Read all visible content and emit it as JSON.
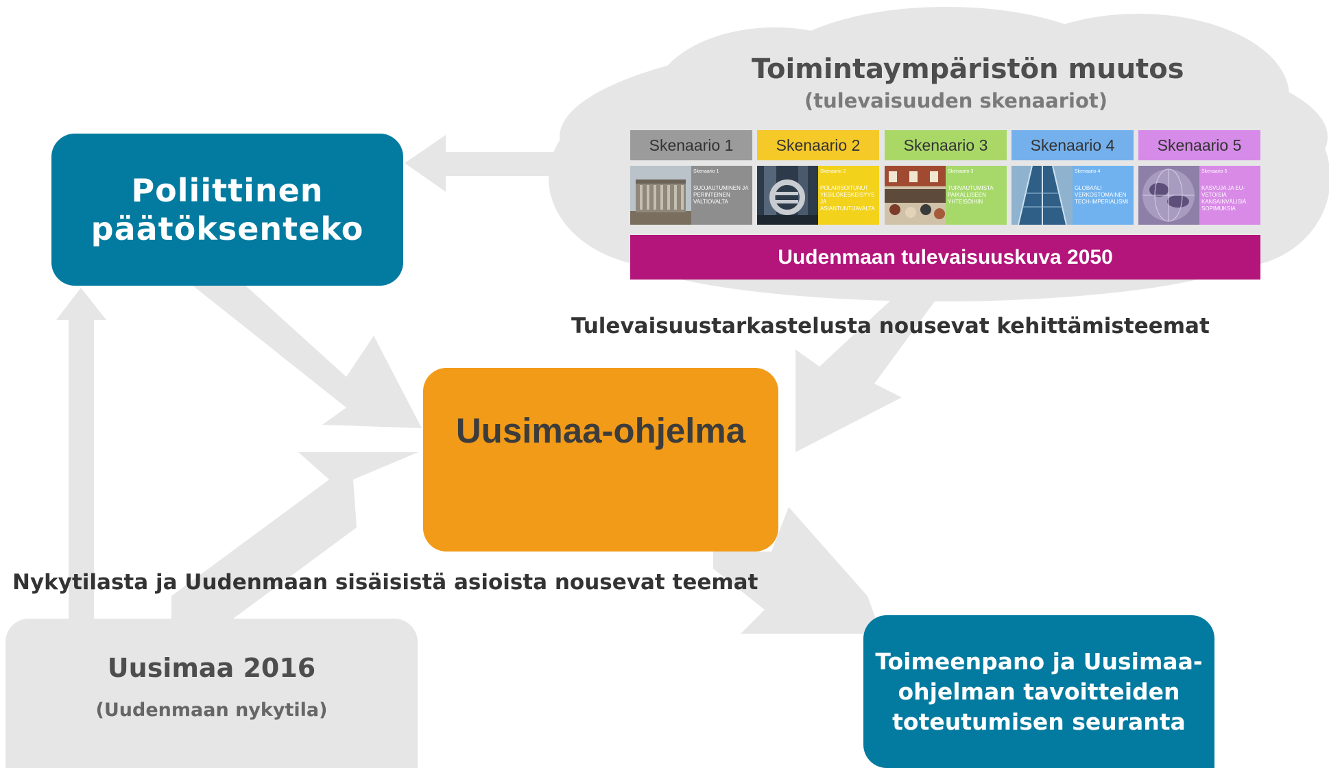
{
  "colors": {
    "policy_box": "#037ba0",
    "program_box": "#f29b18",
    "current_box": "#e6e6e6",
    "impl_box": "#037ba0",
    "vision_bar": "#b3157a",
    "arrows": "#e6e6e6",
    "cloud": "#e6e6e6"
  },
  "policy": {
    "line1": "Poliittinen",
    "line2": "päätöksenteko"
  },
  "cloud": {
    "title": "Toimintaympäristön muutos",
    "subtitle": "(tulevaisuuden skenaariot)",
    "scenarios": [
      {
        "label": "Skenaario 1",
        "color": "#9b9b9b",
        "thumb_color": "#8e8e8e",
        "caption_title": "Skenaario 1",
        "caption": "Suojautuminen ja perinteinen valtiovalta",
        "picture": "parliament-building"
      },
      {
        "label": "Skenaario 2",
        "color": "#f5c928",
        "thumb_color": "#f2d21a",
        "caption_title": "Skenaario 2",
        "caption": "Polarisoitunut yksilökeskeisyys ja asiantuntijavalta",
        "picture": "euro-sculpture"
      },
      {
        "label": "Skenaario 3",
        "color": "#a9d867",
        "thumb_color": "#a6d96a",
        "caption_title": "Skenaario 3",
        "caption": "Turvautumista paikalliseen yhteisöihin",
        "picture": "market-square"
      },
      {
        "label": "Skenaario 4",
        "color": "#74b0ec",
        "thumb_color": "#6fb2ef",
        "caption_title": "Skenaario 4",
        "caption": "Globaali verkostomainen tech-imperialismi",
        "picture": "glass-skyscraper"
      },
      {
        "label": "Skenaario 5",
        "color": "#d68be8",
        "thumb_color": "#d88ae6",
        "caption_title": "Skenaario 5",
        "caption": "Kasvuja ja EU-vetoisia kansainvälisiä sopimuksia",
        "picture": "world-map"
      }
    ],
    "vision": "Uudenmaan tulevaisuuskuva 2050"
  },
  "future_label": "Tulevaisuustarkastelusta nousevat kehittämisteemat",
  "program": {
    "title": "Uusimaa-ohjelma"
  },
  "present_label": "Nykytilasta ja Uudenmaan sisäisistä asioista nousevat teemat",
  "current": {
    "title": "Uusimaa 2016",
    "subtitle": "(Uudenmaan nykytila)"
  },
  "implementation": {
    "line1": "Toimeenpano ja Uusimaa-",
    "line2": "ohjelman tavoitteiden",
    "line3": "toteutumisen seuranta"
  }
}
